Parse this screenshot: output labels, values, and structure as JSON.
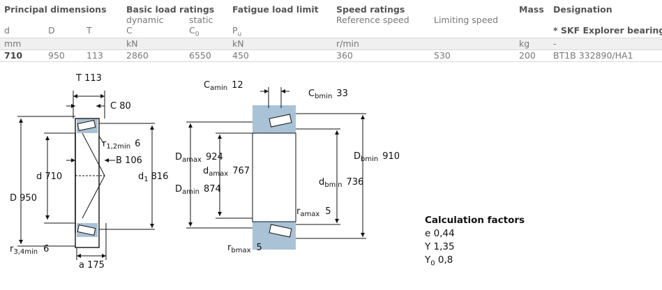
{
  "table": {
    "groups": {
      "principal": "Principal dimensions",
      "basic": "Basic load ratings",
      "fatigue": "Fatigue load limit",
      "speed": "Speed ratings",
      "mass": "Mass",
      "designation": "Designation"
    },
    "subheads": {
      "dynamic": "dynamic",
      "static": "static",
      "reference_speed": "Reference speed",
      "limiting_speed": "Limiting speed",
      "skf_note": "* SKF Explorer bearing"
    },
    "symbols": {
      "d": "d",
      "D": "D",
      "T": "T",
      "C": "C",
      "C0": "C",
      "C0_sub": "0",
      "Pu": "P",
      "Pu_sub": "u"
    },
    "units": {
      "dims": "mm",
      "loads": "kN",
      "fatigue": "kN",
      "speed": "r/min",
      "mass": "kg",
      "designation": "-"
    },
    "row": {
      "d": "710",
      "D": "950",
      "T": "113",
      "C": "2860",
      "C0": "6550",
      "Pu": "450",
      "ref_speed": "360",
      "lim_speed": "530",
      "mass": "200",
      "designation": "BT1B 332890/HA1"
    }
  },
  "drawing1": {
    "T": "113",
    "C": "80",
    "r12": "6",
    "B": "106",
    "d": "710",
    "d1": "816",
    "D": "950",
    "r34": "6",
    "a": "175"
  },
  "drawing2": {
    "Ca": "12",
    "Cb": "33",
    "Da_max": "924",
    "da_max": "767",
    "Da_min": "874",
    "Db_min": "910",
    "db_min": "736",
    "ra_max": "5",
    "rb_max": "5"
  },
  "calc": {
    "title": "Calculation factors",
    "e_label": "e",
    "e": "0,44",
    "Y_label": "Y",
    "Y": "1,35",
    "Y0_label": "Y",
    "Y0_sub": "0",
    "Y0": "0,8"
  },
  "colors": {
    "bearing_blue": "#a9c2d6",
    "header_band": "#f0f0f0",
    "text": "#555555"
  }
}
